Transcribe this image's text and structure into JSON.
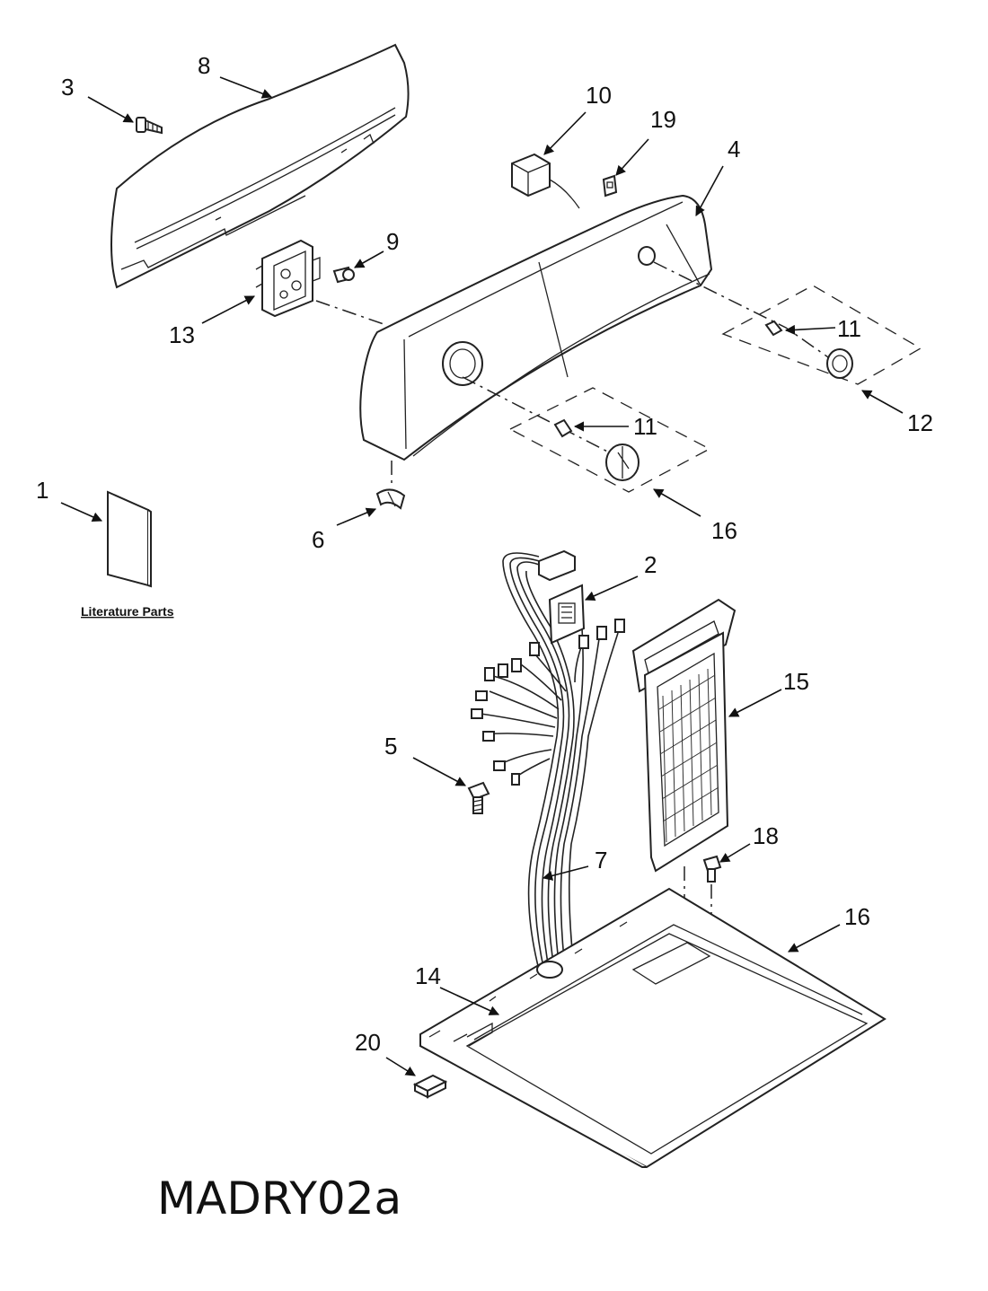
{
  "diagram_code": "MADRY02a",
  "literature_label": "Literature Parts",
  "callouts": {
    "p1": "1",
    "p2": "2",
    "p3": "3",
    "p4": "4",
    "p5": "5",
    "p6": "6",
    "p7": "7",
    "p8": "8",
    "p9": "9",
    "p10": "10",
    "p11a": "11",
    "p11b": "11",
    "p12": "12",
    "p13": "13",
    "p14": "14",
    "p15": "15",
    "p16a": "16",
    "p16b": "16",
    "p18": "18",
    "p19": "19",
    "p20": "20"
  }
}
